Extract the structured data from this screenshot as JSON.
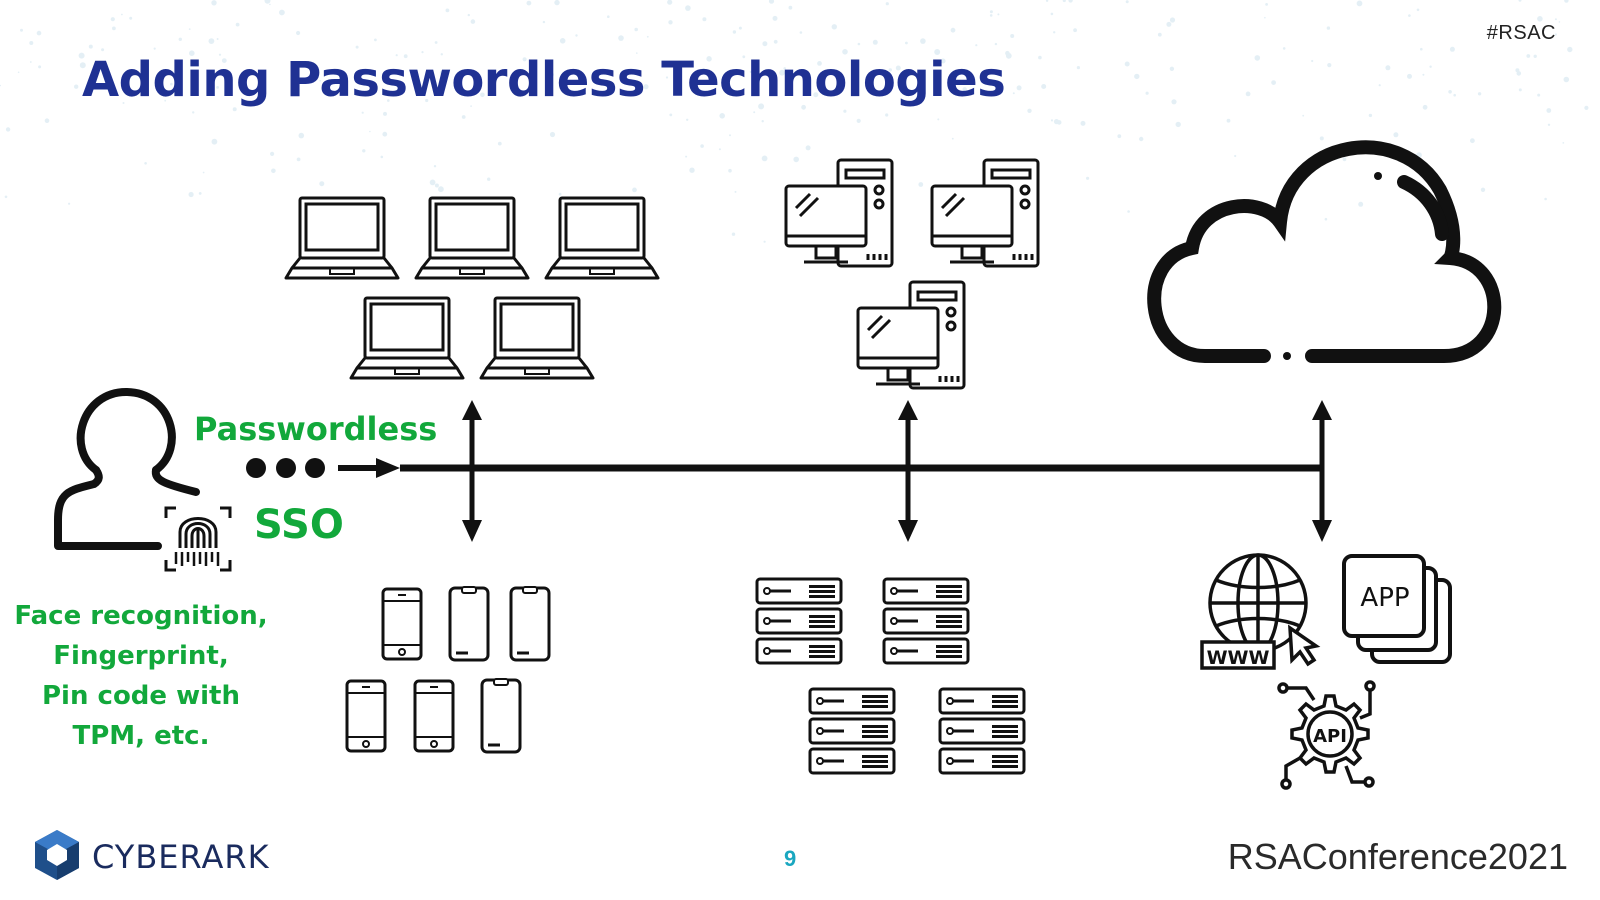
{
  "header": {
    "hashtag": "#RSAC",
    "title": "Adding Passwordless Technologies"
  },
  "labels": {
    "passwordless": "Passwordless",
    "sso": "SSO",
    "auth_methods": [
      "Face recognition,",
      "Fingerprint,",
      "Pin code with",
      "TPM, etc."
    ]
  },
  "tiles": {
    "app_tile": "APP",
    "www_label": "WWW",
    "api_label": "API"
  },
  "footer": {
    "page_number": "9",
    "cyberark_logo": "CYBERARK",
    "rsa_logo": "RSAConference2021"
  },
  "colors": {
    "title_blue": "#1f3193",
    "label_green": "#12a83b",
    "page_number_teal": "#1aa7c0",
    "icon_black": "#111111"
  }
}
